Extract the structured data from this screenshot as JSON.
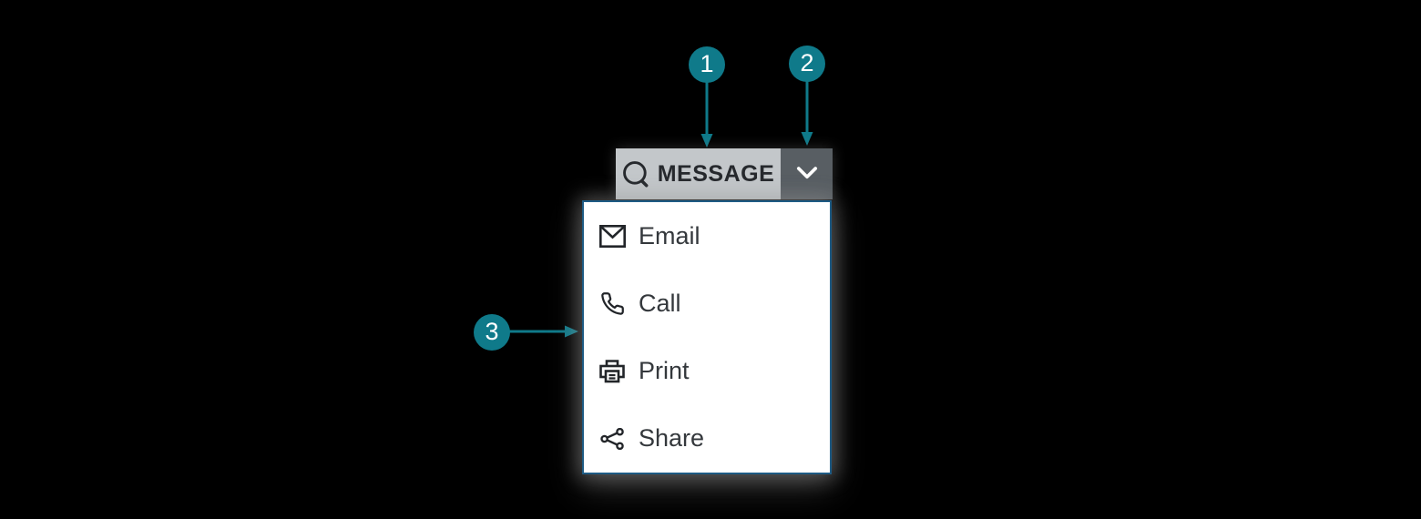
{
  "canvas": {
    "background": "#000000"
  },
  "callouts": {
    "accent_color": "#0f7a8a",
    "items": [
      {
        "number": "1",
        "points_to": "message-button"
      },
      {
        "number": "2",
        "points_to": "dropdown-toggle-button"
      },
      {
        "number": "3",
        "points_to": "dropdown-menu"
      }
    ]
  },
  "split_button": {
    "label": "MESSAGE",
    "icon": "speech-bubble-icon",
    "main_bg": "#c3c7ca",
    "toggle_bg": "#585e63",
    "toggle_icon": "chevron-down-icon",
    "text_color": "#26292d"
  },
  "dropdown_menu": {
    "bg": "#ffffff",
    "border_color": "#1e5b84",
    "items": [
      {
        "label": "Email",
        "icon": "email-icon"
      },
      {
        "label": "Call",
        "icon": "phone-icon"
      },
      {
        "label": "Print",
        "icon": "printer-icon"
      },
      {
        "label": "Share",
        "icon": "share-icon"
      }
    ]
  }
}
